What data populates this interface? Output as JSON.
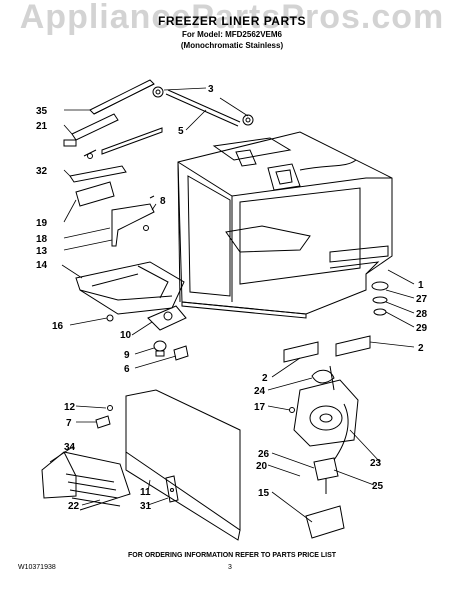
{
  "header": {
    "watermark": "AppliancePartsPros.com",
    "title": "FREEZER LINER PARTS",
    "model_line": "For Model: MFD2562VEM6",
    "variant_line": "(Monochromatic Stainless)"
  },
  "callouts": {
    "c35": "35",
    "c21": "21",
    "c32": "32",
    "c19": "19",
    "c18": "18",
    "c13": "13",
    "c14": "14",
    "c16": "16",
    "c10": "10",
    "c9": "9",
    "c6": "6",
    "c12": "12",
    "c7": "7",
    "c34": "34",
    "c22": "22",
    "c11": "11",
    "c31": "31",
    "c3": "3",
    "c5": "5",
    "c8": "8",
    "c1": "1",
    "c27": "27",
    "c28": "28",
    "c29": "29",
    "c2a": "2",
    "c2b": "2",
    "c24": "24",
    "c17": "17",
    "c23": "23",
    "c26": "26",
    "c20": "20",
    "c25": "25",
    "c15": "15"
  },
  "footer": {
    "ordering_note": "FOR ORDERING INFORMATION REFER TO PARTS PRICE LIST",
    "doc_number": "W10371938",
    "page_number": "3"
  }
}
